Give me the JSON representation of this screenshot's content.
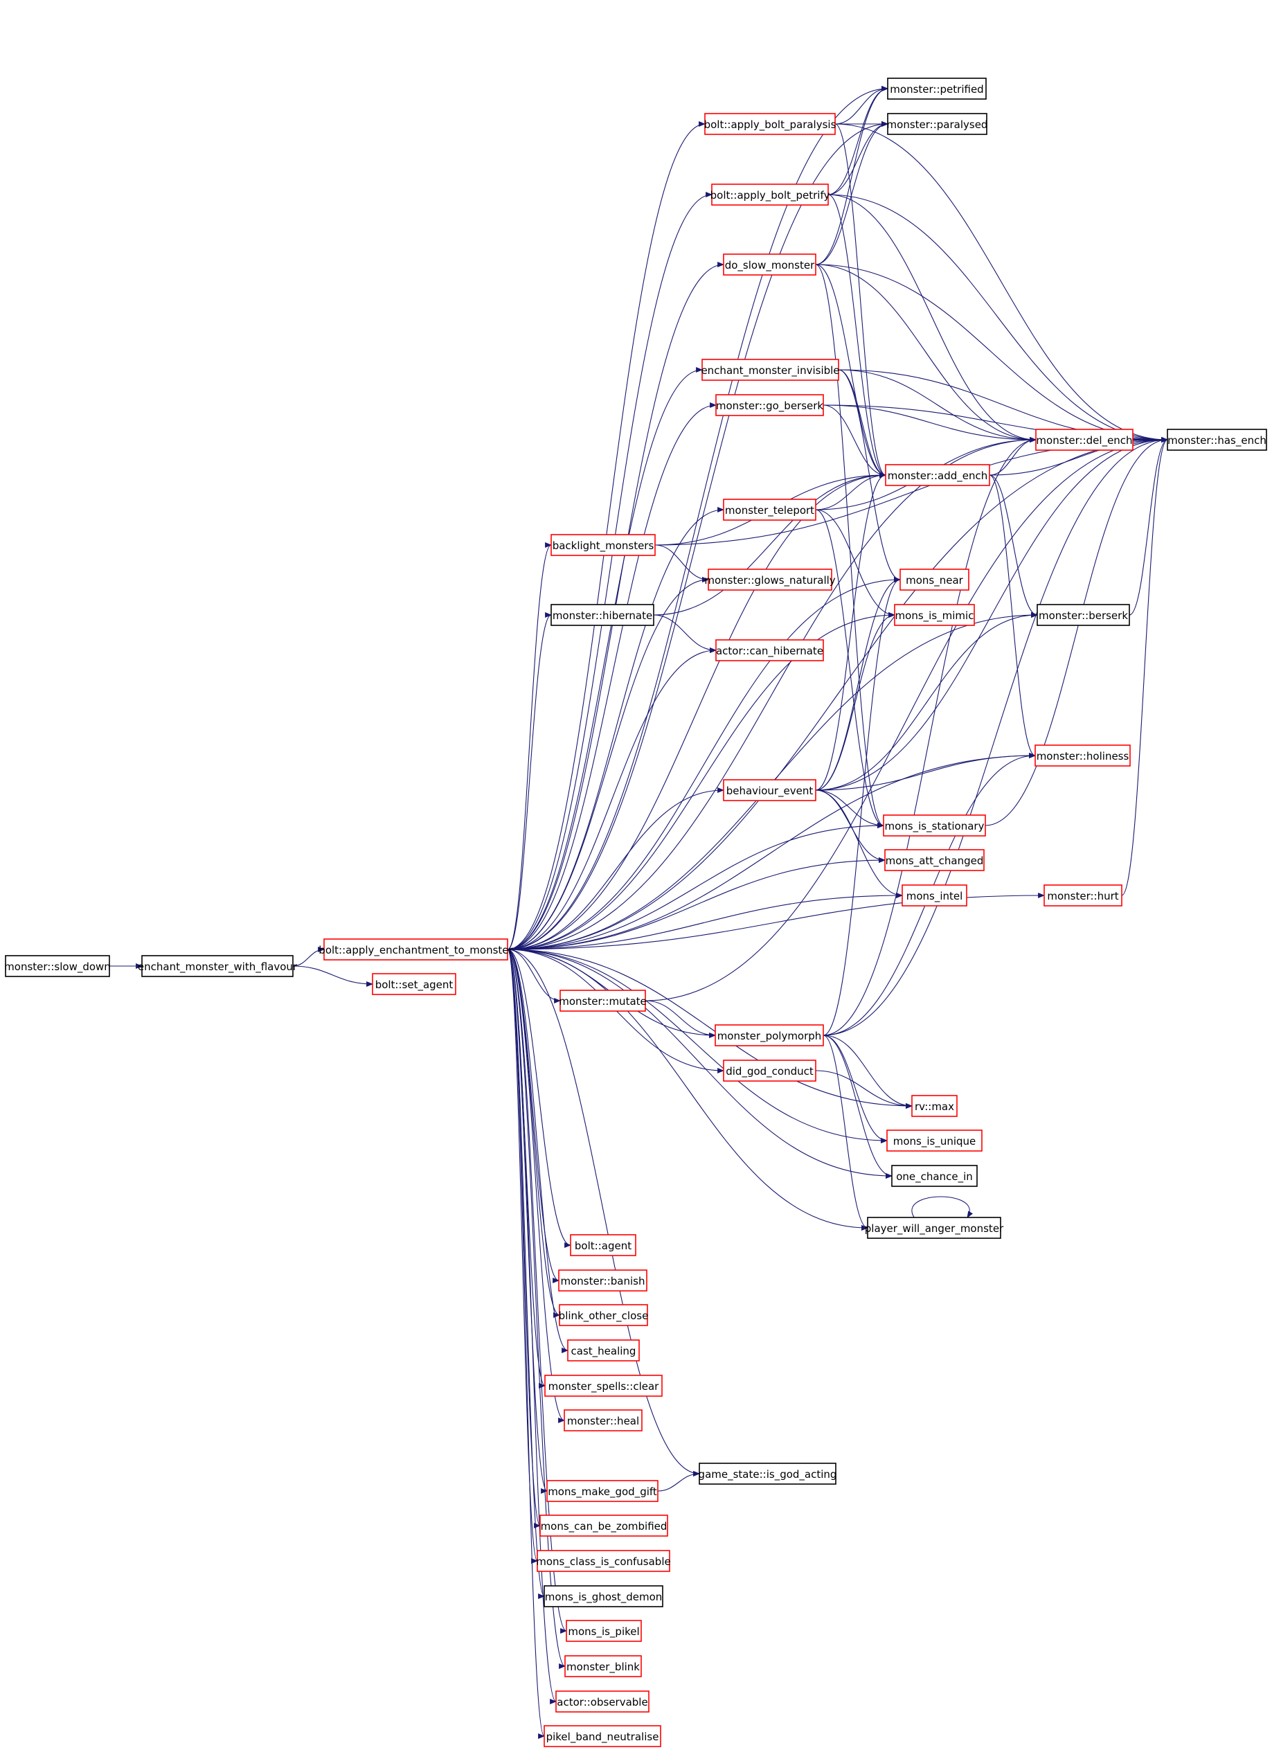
{
  "colors": {
    "edge": "#191970",
    "box_red": "#ff0000",
    "box_black": "#000000",
    "root_fill": "#bfbfbf",
    "background": "#ffffff"
  },
  "nodes": [
    {
      "id": "slow_down",
      "label": "monster::slow_down",
      "style": "root"
    },
    {
      "id": "enchant_flavour",
      "label": "enchant_monster_with_flavour",
      "style": "black"
    },
    {
      "id": "apply_ench",
      "label": "bolt::apply_enchantment_to_monster",
      "style": "red"
    },
    {
      "id": "set_agent",
      "label": "bolt::set_agent",
      "style": "red"
    },
    {
      "id": "petrified",
      "label": "monster::petrified",
      "style": "black"
    },
    {
      "id": "paralysis",
      "label": "bolt::apply_bolt_paralysis",
      "style": "red"
    },
    {
      "id": "paralysed",
      "label": "monster::paralysed",
      "style": "black"
    },
    {
      "id": "petrify",
      "label": "bolt::apply_bolt_petrify",
      "style": "red"
    },
    {
      "id": "do_slow",
      "label": "do_slow_monster",
      "style": "red"
    },
    {
      "id": "invisible",
      "label": "enchant_monster_invisible",
      "style": "red"
    },
    {
      "id": "go_berserk",
      "label": "monster::go_berserk",
      "style": "red"
    },
    {
      "id": "del_ench",
      "label": "monster::del_ench",
      "style": "red"
    },
    {
      "id": "has_ench",
      "label": "monster::has_ench",
      "style": "black"
    },
    {
      "id": "add_ench",
      "label": "monster::add_ench",
      "style": "red"
    },
    {
      "id": "teleport",
      "label": "monster_teleport",
      "style": "red"
    },
    {
      "id": "backlight",
      "label": "backlight_monsters",
      "style": "red"
    },
    {
      "id": "glows",
      "label": "monster::glows_naturally",
      "style": "red"
    },
    {
      "id": "mons_near",
      "label": "mons_near",
      "style": "red"
    },
    {
      "id": "hibernate",
      "label": "monster::hibernate",
      "style": "black"
    },
    {
      "id": "is_mimic",
      "label": "mons_is_mimic",
      "style": "red"
    },
    {
      "id": "berserk",
      "label": "monster::berserk",
      "style": "black"
    },
    {
      "id": "can_hibernate",
      "label": "actor::can_hibernate",
      "style": "red"
    },
    {
      "id": "holiness",
      "label": "monster::holiness",
      "style": "red"
    },
    {
      "id": "behaviour",
      "label": "behaviour_event",
      "style": "red"
    },
    {
      "id": "stationary",
      "label": "mons_is_stationary",
      "style": "red"
    },
    {
      "id": "att_changed",
      "label": "mons_att_changed",
      "style": "red"
    },
    {
      "id": "intel",
      "label": "mons_intel",
      "style": "red"
    },
    {
      "id": "hurt",
      "label": "monster::hurt",
      "style": "red"
    },
    {
      "id": "mutate",
      "label": "monster::mutate",
      "style": "red"
    },
    {
      "id": "polymorph",
      "label": "monster_polymorph",
      "style": "red"
    },
    {
      "id": "god_conduct",
      "label": "did_god_conduct",
      "style": "red"
    },
    {
      "id": "rv_max",
      "label": "rv::max",
      "style": "red"
    },
    {
      "id": "is_unique",
      "label": "mons_is_unique",
      "style": "red"
    },
    {
      "id": "one_chance",
      "label": "one_chance_in",
      "style": "black"
    },
    {
      "id": "anger",
      "label": "player_will_anger_monster",
      "style": "black"
    },
    {
      "id": "bolt_agent",
      "label": "bolt::agent",
      "style": "red"
    },
    {
      "id": "banish",
      "label": "monster::banish",
      "style": "red"
    },
    {
      "id": "blink_other",
      "label": "blink_other_close",
      "style": "red"
    },
    {
      "id": "cast_healing",
      "label": "cast_healing",
      "style": "red"
    },
    {
      "id": "spells_clear",
      "label": "monster_spells::clear",
      "style": "red"
    },
    {
      "id": "heal",
      "label": "monster::heal",
      "style": "red"
    },
    {
      "id": "god_acting",
      "label": "game_state::is_god_acting",
      "style": "black"
    },
    {
      "id": "god_gift",
      "label": "mons_make_god_gift",
      "style": "red"
    },
    {
      "id": "zombified",
      "label": "mons_can_be_zombified",
      "style": "red"
    },
    {
      "id": "confusable",
      "label": "mons_class_is_confusable",
      "style": "red"
    },
    {
      "id": "ghost_demon",
      "label": "mons_is_ghost_demon",
      "style": "black"
    },
    {
      "id": "is_pikel",
      "label": "mons_is_pikel",
      "style": "red"
    },
    {
      "id": "blink",
      "label": "monster_blink",
      "style": "red"
    },
    {
      "id": "observable",
      "label": "actor::observable",
      "style": "red"
    },
    {
      "id": "pikel_band",
      "label": "pikel_band_neutralise",
      "style": "red"
    }
  ],
  "edges": [
    [
      "slow_down",
      "enchant_flavour"
    ],
    [
      "enchant_flavour",
      "apply_ench"
    ],
    [
      "enchant_flavour",
      "set_agent"
    ],
    [
      "apply_ench",
      "petrified"
    ],
    [
      "apply_ench",
      "paralysis"
    ],
    [
      "apply_ench",
      "paralysed"
    ],
    [
      "apply_ench",
      "petrify"
    ],
    [
      "apply_ench",
      "do_slow"
    ],
    [
      "apply_ench",
      "invisible"
    ],
    [
      "apply_ench",
      "go_berserk"
    ],
    [
      "apply_ench",
      "del_ench"
    ],
    [
      "apply_ench",
      "has_ench"
    ],
    [
      "apply_ench",
      "add_ench"
    ],
    [
      "apply_ench",
      "teleport"
    ],
    [
      "apply_ench",
      "backlight"
    ],
    [
      "apply_ench",
      "glows"
    ],
    [
      "apply_ench",
      "mons_near"
    ],
    [
      "apply_ench",
      "hibernate"
    ],
    [
      "apply_ench",
      "is_mimic"
    ],
    [
      "apply_ench",
      "berserk"
    ],
    [
      "apply_ench",
      "can_hibernate"
    ],
    [
      "apply_ench",
      "holiness"
    ],
    [
      "apply_ench",
      "behaviour"
    ],
    [
      "apply_ench",
      "stationary"
    ],
    [
      "apply_ench",
      "att_changed"
    ],
    [
      "apply_ench",
      "intel"
    ],
    [
      "apply_ench",
      "hurt"
    ],
    [
      "apply_ench",
      "mutate"
    ],
    [
      "apply_ench",
      "polymorph"
    ],
    [
      "apply_ench",
      "god_conduct"
    ],
    [
      "apply_ench",
      "rv_max"
    ],
    [
      "apply_ench",
      "is_unique"
    ],
    [
      "apply_ench",
      "one_chance"
    ],
    [
      "apply_ench",
      "anger"
    ],
    [
      "apply_ench",
      "bolt_agent"
    ],
    [
      "apply_ench",
      "banish"
    ],
    [
      "apply_ench",
      "blink_other"
    ],
    [
      "apply_ench",
      "cast_healing"
    ],
    [
      "apply_ench",
      "spells_clear"
    ],
    [
      "apply_ench",
      "heal"
    ],
    [
      "apply_ench",
      "god_acting"
    ],
    [
      "apply_ench",
      "god_gift"
    ],
    [
      "apply_ench",
      "zombified"
    ],
    [
      "apply_ench",
      "confusable"
    ],
    [
      "apply_ench",
      "ghost_demon"
    ],
    [
      "apply_ench",
      "is_pikel"
    ],
    [
      "apply_ench",
      "blink"
    ],
    [
      "apply_ench",
      "observable"
    ],
    [
      "apply_ench",
      "pikel_band"
    ],
    [
      "paralysis",
      "petrified"
    ],
    [
      "paralysis",
      "paralysed"
    ],
    [
      "paralysis",
      "add_ench"
    ],
    [
      "paralysis",
      "has_ench"
    ],
    [
      "petrify",
      "petrified"
    ],
    [
      "petrify",
      "paralysed"
    ],
    [
      "petrify",
      "add_ench"
    ],
    [
      "petrify",
      "del_ench"
    ],
    [
      "petrify",
      "has_ench"
    ],
    [
      "do_slow",
      "petrified"
    ],
    [
      "do_slow",
      "paralysed"
    ],
    [
      "do_slow",
      "add_ench"
    ],
    [
      "do_slow",
      "del_ench"
    ],
    [
      "do_slow",
      "has_ench"
    ],
    [
      "do_slow",
      "stationary"
    ],
    [
      "invisible",
      "add_ench"
    ],
    [
      "invisible",
      "del_ench"
    ],
    [
      "invisible",
      "has_ench"
    ],
    [
      "invisible",
      "mons_near"
    ],
    [
      "go_berserk",
      "add_ench"
    ],
    [
      "go_berserk",
      "del_ench"
    ],
    [
      "go_berserk",
      "has_ench"
    ],
    [
      "add_ench",
      "del_ench"
    ],
    [
      "add_ench",
      "has_ench"
    ],
    [
      "add_ench",
      "berserk"
    ],
    [
      "add_ench",
      "holiness"
    ],
    [
      "del_ench",
      "has_ench"
    ],
    [
      "teleport",
      "add_ench"
    ],
    [
      "teleport",
      "del_ench"
    ],
    [
      "teleport",
      "is_mimic"
    ],
    [
      "teleport",
      "stationary"
    ],
    [
      "backlight",
      "add_ench"
    ],
    [
      "backlight",
      "glows"
    ],
    [
      "backlight",
      "has_ench"
    ],
    [
      "hibernate",
      "can_hibernate"
    ],
    [
      "hibernate",
      "add_ench"
    ],
    [
      "berserk",
      "has_ench"
    ],
    [
      "behaviour",
      "add_ench"
    ],
    [
      "behaviour",
      "mons_near"
    ],
    [
      "behaviour",
      "is_mimic"
    ],
    [
      "behaviour",
      "berserk"
    ],
    [
      "behaviour",
      "holiness"
    ],
    [
      "behaviour",
      "stationary"
    ],
    [
      "behaviour",
      "att_changed"
    ],
    [
      "behaviour",
      "intel"
    ],
    [
      "behaviour",
      "has_ench"
    ],
    [
      "stationary",
      "has_ench"
    ],
    [
      "hurt",
      "has_ench"
    ],
    [
      "mutate",
      "polymorph"
    ],
    [
      "mutate",
      "has_ench"
    ],
    [
      "polymorph",
      "del_ench"
    ],
    [
      "polymorph",
      "has_ench"
    ],
    [
      "polymorph",
      "holiness"
    ],
    [
      "polymorph",
      "rv_max"
    ],
    [
      "polymorph",
      "is_unique"
    ],
    [
      "polymorph",
      "one_chance"
    ],
    [
      "polymorph",
      "anger"
    ],
    [
      "polymorph",
      "mons_near"
    ],
    [
      "god_conduct",
      "rv_max"
    ],
    [
      "anger",
      "anger"
    ],
    [
      "god_gift",
      "god_acting"
    ]
  ]
}
